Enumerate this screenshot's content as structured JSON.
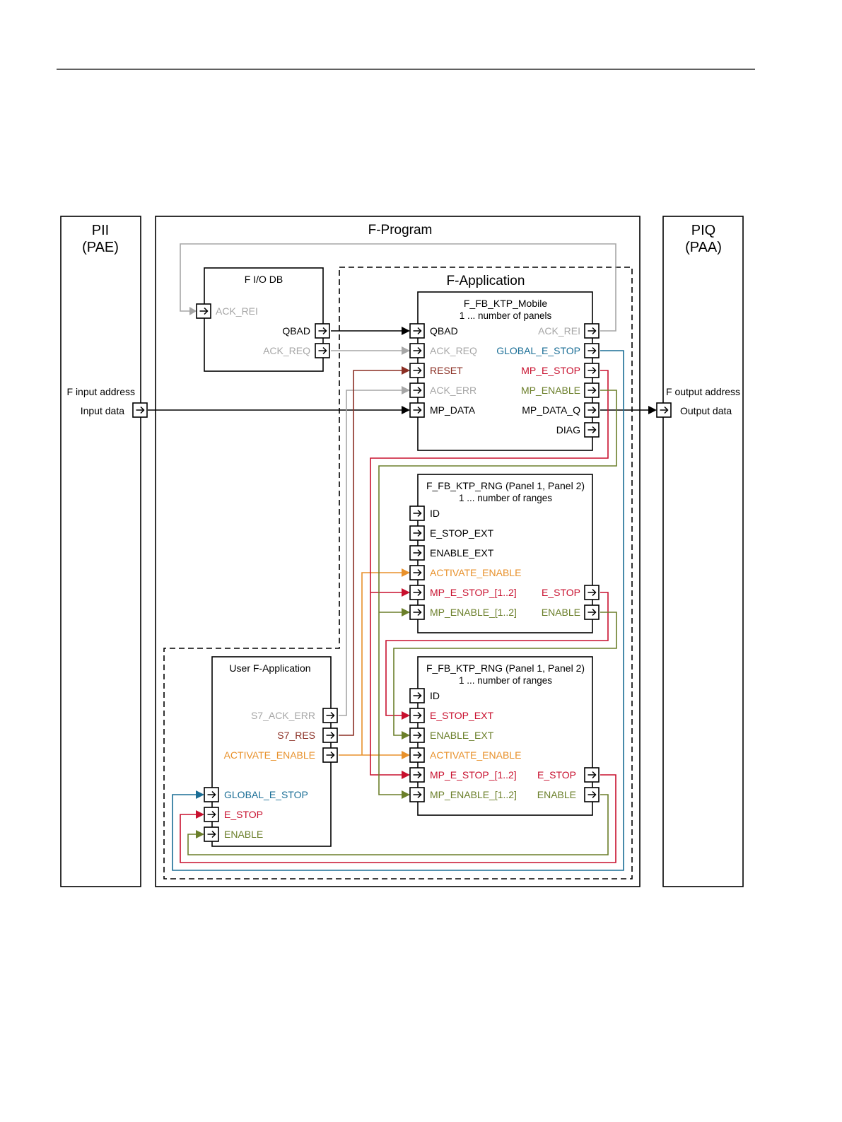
{
  "colors": {
    "black": "#000000",
    "gray": "#a6a6a6",
    "blue": "#1a6e96",
    "red": "#c8102e",
    "green": "#6b7f2a",
    "orange": "#e8912b",
    "brown": "#8b2f24"
  },
  "pii": {
    "title": "PII",
    "subtitle": "(PAE)",
    "address_label": "F input address",
    "data_label": "Input data"
  },
  "piq": {
    "title": "PIQ",
    "subtitle": "(PAA)",
    "address_label": "F output address",
    "data_label": "Output data"
  },
  "fprogram": {
    "title": "F-Program"
  },
  "fapplication": {
    "title": "F-Application"
  },
  "fiodb": {
    "title": "F I/O DB",
    "ack_rei": "ACK_REI",
    "qbad": "QBAD",
    "ack_req": "ACK_REQ"
  },
  "ktp_mobile": {
    "title": "F_FB_KTP_Mobile",
    "subtitle": "1 ... number of panels",
    "in_qbad": "QBAD",
    "in_ack_req": "ACK_REQ",
    "in_reset": "RESET",
    "in_ack_err": "ACK_ERR",
    "in_mp_data": "MP_DATA",
    "out_ack_rei": "ACK_REI",
    "out_global_e_stop": "GLOBAL_E_STOP",
    "out_mp_e_stop": "MP_E_STOP",
    "out_mp_enable": "MP_ENABLE",
    "out_mp_data_q": "MP_DATA_Q",
    "out_diag": "DIAG"
  },
  "rng1": {
    "title": "F_FB_KTP_RNG (Panel 1, Panel 2)",
    "subtitle": "1 ... number of ranges",
    "in_id": "ID",
    "in_e_stop_ext": "E_STOP_EXT",
    "in_enable_ext": "ENABLE_EXT",
    "in_activate_enable": "ACTIVATE_ENABLE",
    "in_mp_e_stop": "MP_E_STOP_[1..2]",
    "in_mp_enable": "MP_ENABLE_[1..2]",
    "out_e_stop": "E_STOP",
    "out_enable": "ENABLE"
  },
  "rng2": {
    "title": "F_FB_KTP_RNG (Panel 1, Panel 2)",
    "subtitle": "1 ... number of ranges",
    "in_id": "ID",
    "in_e_stop_ext": "E_STOP_EXT",
    "in_enable_ext": "ENABLE_EXT",
    "in_activate_enable": "ACTIVATE_ENABLE",
    "in_mp_e_stop": "MP_E_STOP_[1..2]",
    "in_mp_enable": "MP_ENABLE_[1..2]",
    "out_e_stop": "E_STOP",
    "out_enable": "ENABLE"
  },
  "user_app": {
    "title": "User F-Application",
    "out_s7_ack_err": "S7_ACK_ERR",
    "out_s7_res": "S7_RES",
    "out_activate_enable": "ACTIVATE_ENABLE",
    "in_global_e_stop": "GLOBAL_E_STOP",
    "in_e_stop": "E_STOP",
    "in_enable": "ENABLE"
  }
}
